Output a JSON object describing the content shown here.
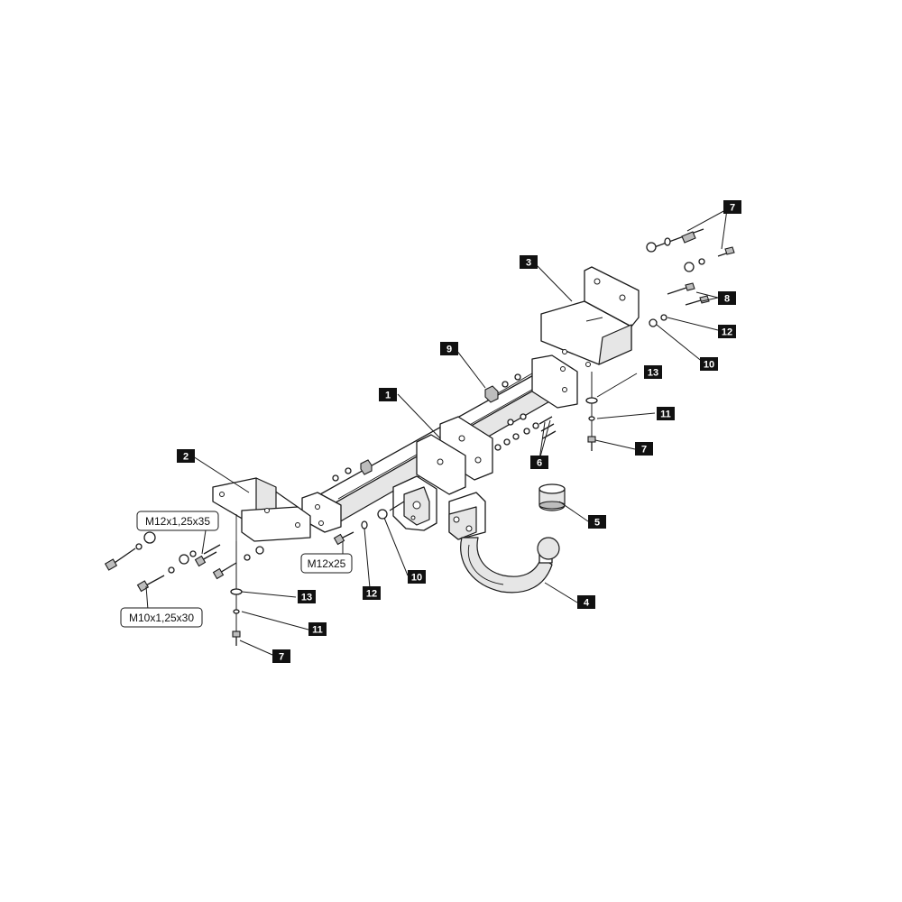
{
  "callouts": [
    "1",
    "2",
    "3",
    "4",
    "5",
    "6",
    "7",
    "8",
    "9",
    "10",
    "11",
    "12",
    "13"
  ],
  "spec_labels": {
    "bolt_m12x1_25x35": "M12x1,25x35",
    "bolt_m10x1_25x30": "M10x1,25x30",
    "bolt_m12x25": "M12x25"
  }
}
